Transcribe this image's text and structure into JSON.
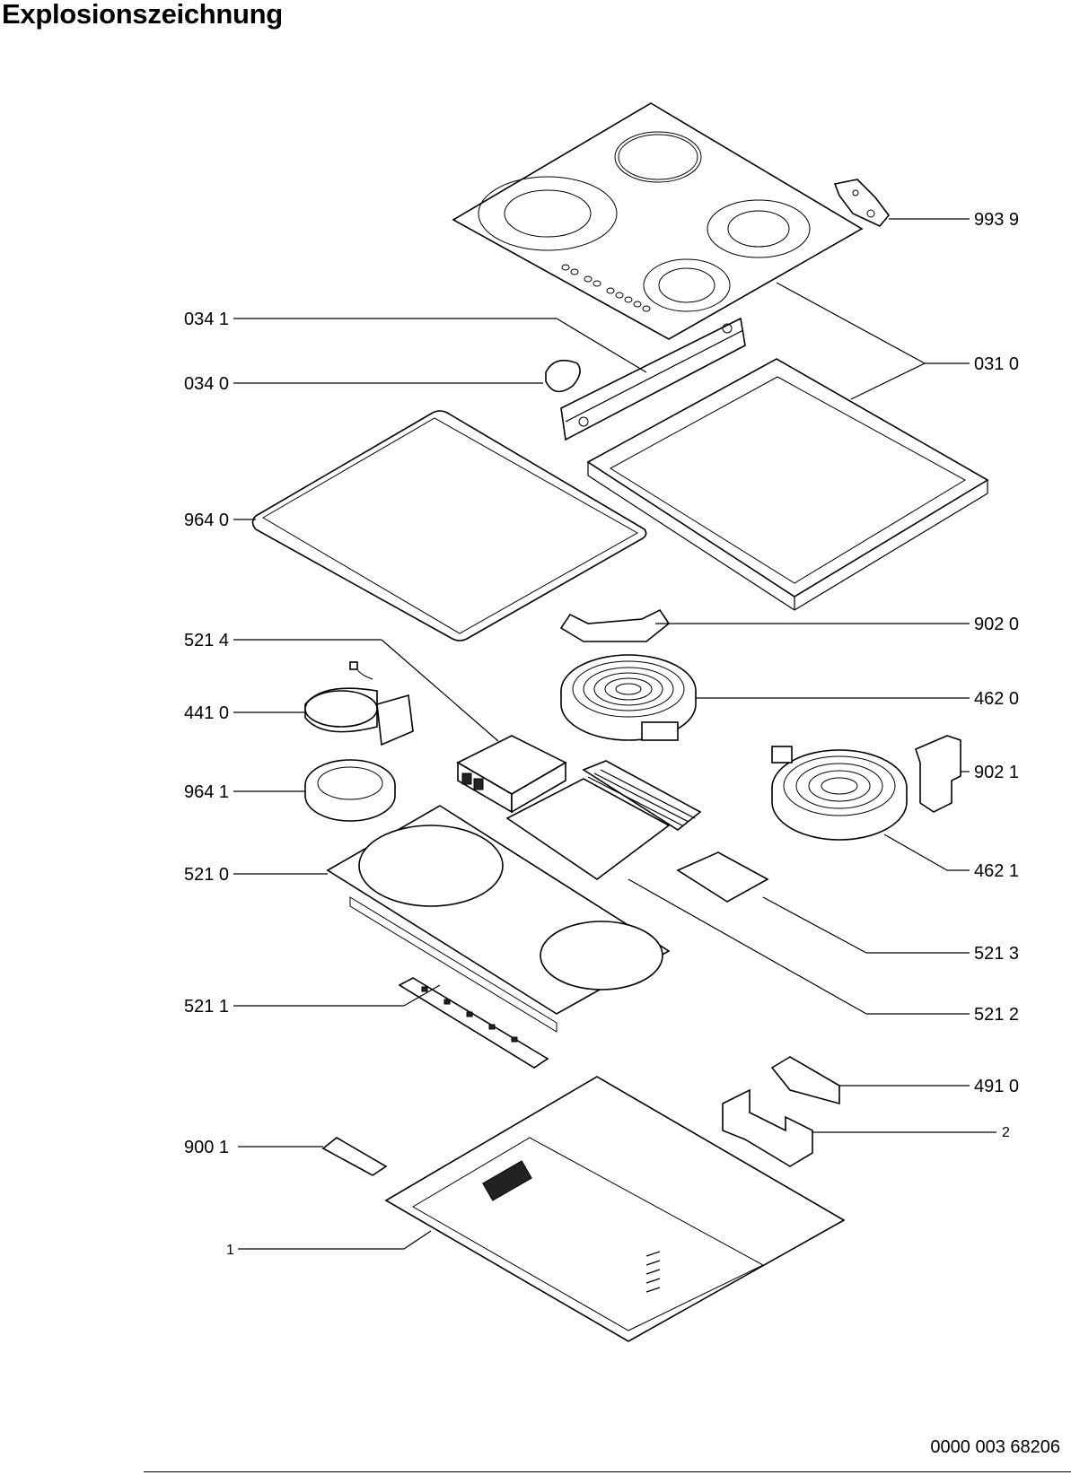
{
  "title": "Explosionszeichnung",
  "document_number": "0000 003 68206",
  "callouts": {
    "c9939": "993 9",
    "c0341": "034 1",
    "c0340": "034 0",
    "c0310": "031 0",
    "c9640": "964 0",
    "c9020": "902 0",
    "c5214": "521 4",
    "c4620": "462 0",
    "c4410": "441 0",
    "c9021": "902 1",
    "c9641": "964 1",
    "c4621": "462 1",
    "c5210": "521 0",
    "c5213": "521 3",
    "c5211": "521 1",
    "c5212": "521 2",
    "c4910": "491 0",
    "c2": "2",
    "c9001": "900 1",
    "c1": "1"
  }
}
